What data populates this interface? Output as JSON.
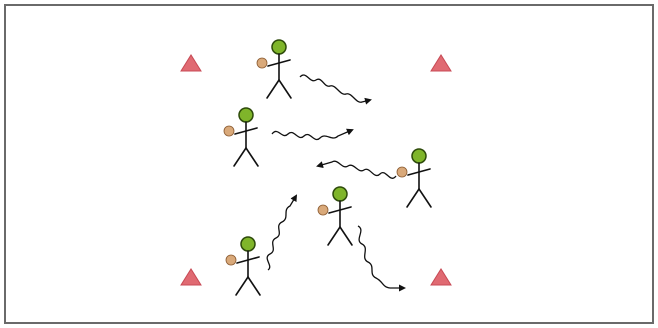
{
  "colors": {
    "frame": "#6a6a6a",
    "cone": "#e06a72",
    "cone_stroke": "#c84a55",
    "head": "#7fb52a",
    "head_stroke": "#2d4a0a",
    "ball": "#d9a97a",
    "ball_stroke": "#8a5a30",
    "line": "#111111"
  },
  "icons": {
    "cone": "triangle-cone-icon",
    "player": "stick-figure-icon",
    "ball": "ball-icon",
    "path": "wavy-arrow-icon"
  },
  "cones": [
    {
      "name": "cone-top-left"
    },
    {
      "name": "cone-top-right"
    },
    {
      "name": "cone-bottom-left"
    },
    {
      "name": "cone-bottom-right"
    }
  ],
  "players": [
    {
      "name": "player-1",
      "has_ball": true
    },
    {
      "name": "player-2",
      "has_ball": true
    },
    {
      "name": "player-3",
      "has_ball": true
    },
    {
      "name": "player-4",
      "has_ball": true
    },
    {
      "name": "player-5",
      "has_ball": true
    }
  ],
  "paths": [
    {
      "name": "dribble-path-1"
    },
    {
      "name": "dribble-path-2"
    },
    {
      "name": "dribble-path-3"
    },
    {
      "name": "dribble-path-4"
    },
    {
      "name": "dribble-path-5"
    }
  ]
}
